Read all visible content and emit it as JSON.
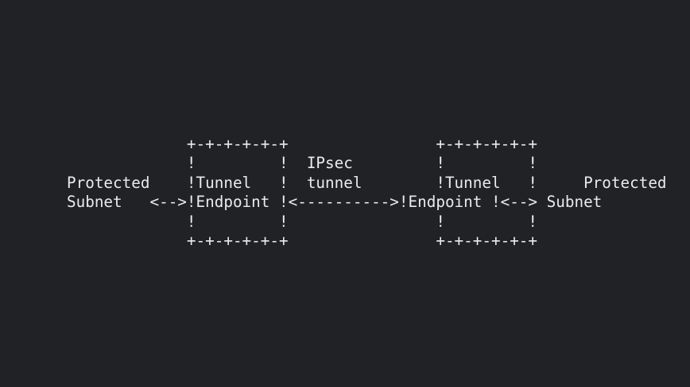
{
  "diagram": {
    "lines": [
      "             +-+-+-+-+-+                +-+-+-+-+-+",
      "             !         !  IPsec         !         !",
      "Protected    !Tunnel   !  tunnel        !Tunnel   !     Protected",
      "Subnet   <-->!Endpoint !<---------->!Endpoint !<--> Subnet",
      "             !         !                !         !",
      "             +-+-+-+-+-+                +-+-+-+-+-+"
    ]
  },
  "colors": {
    "background": "#212226",
    "text": "#e9ebee"
  }
}
